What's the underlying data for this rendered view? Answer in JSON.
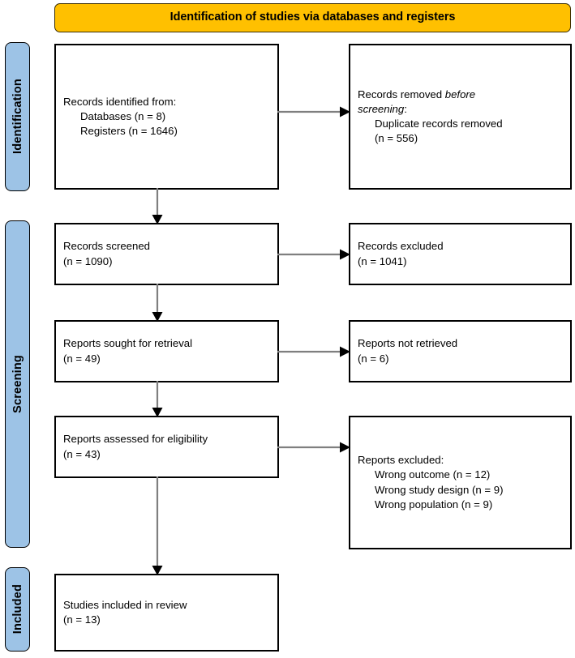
{
  "banner": {
    "title": "Identification of studies via databases and registers"
  },
  "stages": [
    {
      "id": "identification",
      "label": "Identification"
    },
    {
      "id": "screening",
      "label": "Screening"
    },
    {
      "id": "included",
      "label": "Included"
    }
  ],
  "boxes": {
    "identified": {
      "line1": "Records identified from:",
      "line2": "Databases (n = 8)",
      "line3": "Registers (n = 1646)"
    },
    "removed": {
      "line1_prefix": "Records removed ",
      "line1_italic": "before",
      "line2_italic": "screening",
      "line2_suffix": ":",
      "line3": "Duplicate records removed",
      "line4": "(n = 556)"
    },
    "screened": {
      "line1": "Records screened",
      "line2": "(n = 1090)"
    },
    "excluded_records": {
      "line1": "Records excluded",
      "line2": "(n = 1041)"
    },
    "sought": {
      "line1": "Reports sought for retrieval",
      "line2": "(n = 49)"
    },
    "not_retrieved": {
      "line1": "Reports not retrieved",
      "line2": "(n = 6)"
    },
    "assessed": {
      "line1": "Reports assessed for eligibility",
      "line2": "(n = 43)"
    },
    "reports_excluded": {
      "line1": "Reports excluded:",
      "line2": "Wrong outcome (n = 12)",
      "line3": "Wrong study design (n = 9)",
      "line4": "Wrong population (n = 9)"
    },
    "included": {
      "line1": "Studies included in review",
      "line2": "(n = 13)"
    }
  },
  "colors": {
    "banner_fill": "#FFC000",
    "stage_fill": "#9DC3E6",
    "box_border": "#000000",
    "connector": "#7F7F7F",
    "arrowhead": "#000000"
  }
}
